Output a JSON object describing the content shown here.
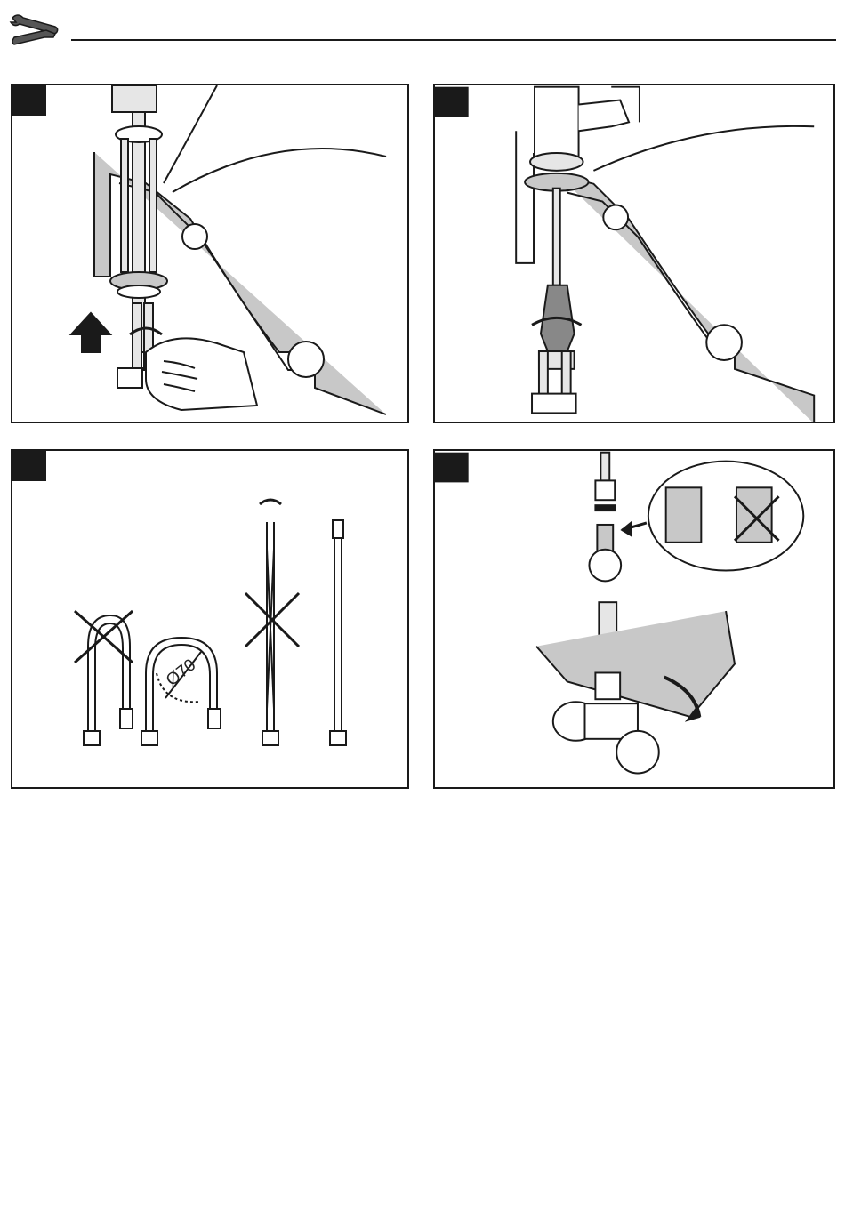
{
  "header": {
    "icon": "wrench-screwdriver-icon"
  },
  "panels": [
    {
      "id": "step-1",
      "illustration": "remove-hose-from-faucet"
    },
    {
      "id": "step-2",
      "illustration": "screwdriver-mounting"
    },
    {
      "id": "step-3",
      "illustration": "hose-bend-radius",
      "bend_label": "Ø70"
    },
    {
      "id": "step-4",
      "illustration": "connect-hose-to-valve-with-wrench"
    }
  ],
  "colors": {
    "line": "#1a1a1a",
    "fill_gray": "#c8c8c8",
    "fill_light": "#e6e6e6"
  }
}
